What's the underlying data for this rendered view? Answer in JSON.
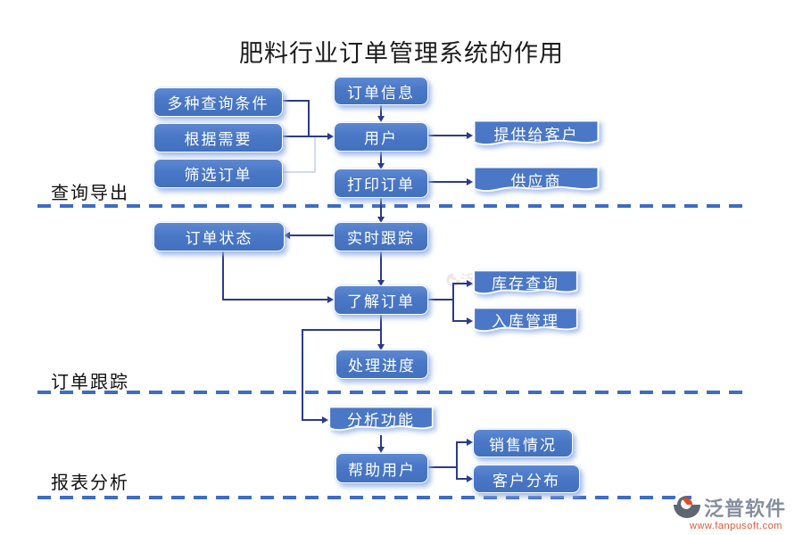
{
  "title": "肥料行业订单管理系统的作用",
  "sections": [
    {
      "label": "查询导出"
    },
    {
      "label": "订单跟踪"
    },
    {
      "label": "报表分析"
    }
  ],
  "nodes": {
    "multi_query": {
      "label": "多种查询条件"
    },
    "by_need": {
      "label": "根据需要"
    },
    "filter_orders": {
      "label": "筛选订单"
    },
    "order_info": {
      "label": "订单信息"
    },
    "user": {
      "label": "用户"
    },
    "print_order": {
      "label": "打印订单"
    },
    "provide_customer": {
      "label": "提供给客户"
    },
    "supplier": {
      "label": "供应商"
    },
    "order_status": {
      "label": "订单状态"
    },
    "realtime_track": {
      "label": "实时跟踪"
    },
    "know_order": {
      "label": "了解订单"
    },
    "stock_query": {
      "label": "库存查询"
    },
    "stock_in": {
      "label": "入库管理"
    },
    "process_progress": {
      "label": "处理进度"
    },
    "analysis_func": {
      "label": "分析功能"
    },
    "help_user": {
      "label": "帮助用户"
    },
    "sales_status": {
      "label": "销售情况"
    },
    "customer_dist": {
      "label": "客户分布"
    }
  },
  "watermark": {
    "brand": "泛普软件",
    "url": "www.fanpusoft.com"
  },
  "colors": {
    "node_blue": "#4a77c6",
    "connector_navy": "#2c3a8a",
    "dash_blue": "#3d6cc6",
    "logo_gray": "#878e9c",
    "logo_orange": "#e0593a"
  }
}
